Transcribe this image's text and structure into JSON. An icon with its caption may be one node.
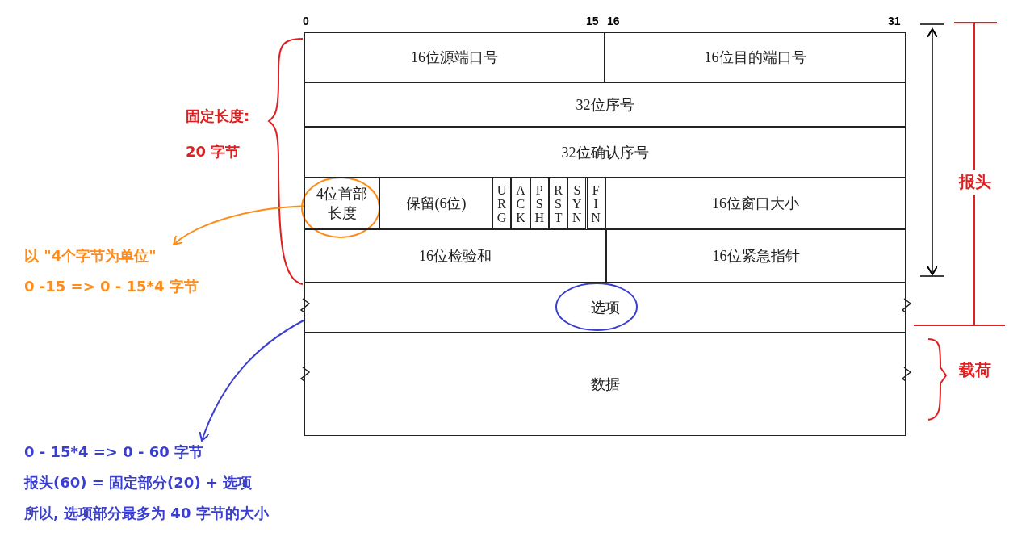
{
  "diagram": {
    "nodes": [
      {
        "text": [
          "16位源端口号"
        ]
      },
      {
        "text": [
          "16位目的端口号"
        ]
      },
      {
        "text": [
          "32位序号"
        ]
      },
      {
        "text": [
          "32位确认序号"
        ]
      },
      {
        "text": [
          "4位首部长度"
        ]
      },
      {
        "text": [
          "保留(6位)"
        ]
      },
      {
        "text": [
          "URG"
        ]
      },
      {
        "text": [
          "ACK"
        ]
      },
      {
        "text": [
          "PSH"
        ]
      },
      {
        "text": [
          "RST"
        ]
      },
      {
        "text": [
          "SYN"
        ]
      },
      {
        "text": [
          "FIN"
        ]
      },
      {
        "text": [
          "16位窗口大小"
        ]
      },
      {
        "text": [
          "16位检验和"
        ]
      },
      {
        "text": [
          "16位紧急指针"
        ]
      },
      {
        "text": [
          "选项"
        ]
      },
      {
        "text": [
          "数据"
        ]
      },
      {
        "text": [
          "以 \"4个字节为单位\"",
          "0 -15 => 0 - 15*4 字节"
        ]
      },
      {
        "text": [
          "0 - 15*4 => 0 - 60 字节",
          "报头(60) = 固定部分(20) + 选项",
          "所以, 选项部分最多为 40 字节的大小"
        ]
      }
    ],
    "edges": [
      {
        "from": 4,
        "to": 17,
        "arrow": "to",
        "color": "#ff8c1a"
      },
      {
        "from": 15,
        "to": 18,
        "arrow": "to",
        "color": "#3b3fd0"
      }
    ],
    "labels": [
      "0",
      "15",
      "16",
      "31",
      "固定长度:",
      "20 字节",
      "报头",
      "载荷"
    ]
  }
}
